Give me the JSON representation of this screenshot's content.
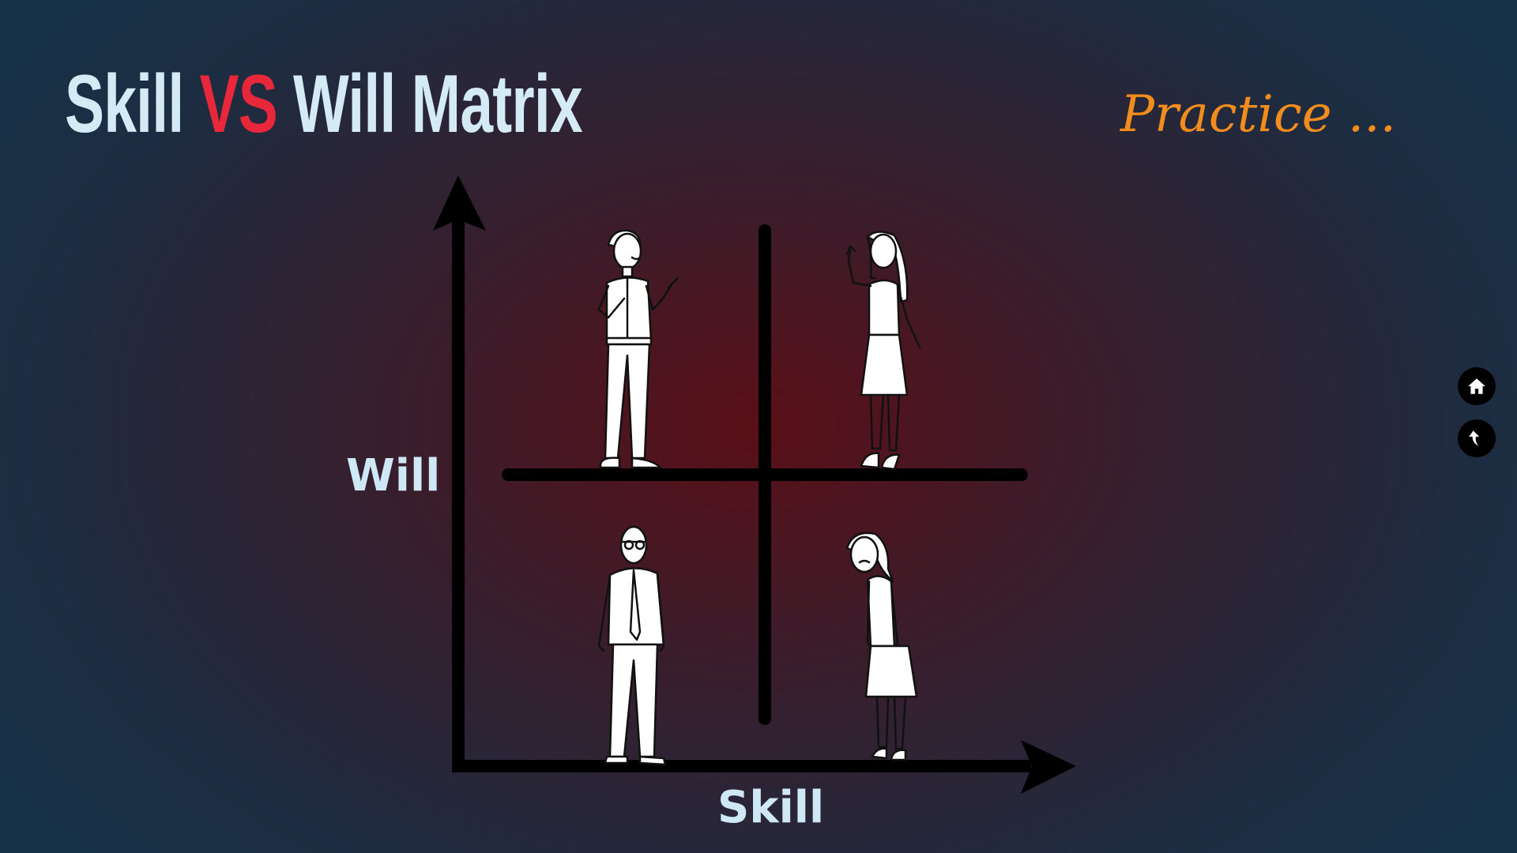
{
  "slide": {
    "title_part1": "Skill",
    "title_vs": "VS",
    "title_part2": "Will Matrix",
    "subtitle": "Practice ...",
    "colors": {
      "title": "#d4ebf6",
      "vs": "#e8283a",
      "subtitle": "#f28c1c",
      "axis_label": "#cfe8f6"
    }
  },
  "matrix": {
    "y_axis_label": "Will",
    "x_axis_label": "Skill",
    "quadrants": [
      {
        "position": "top-left",
        "figure": "enthusiastic-man-figure"
      },
      {
        "position": "top-right",
        "figure": "confident-woman-figure"
      },
      {
        "position": "bottom-left",
        "figure": "stern-older-man-figure"
      },
      {
        "position": "bottom-right",
        "figure": "sad-woman-figure"
      }
    ]
  },
  "navigation": {
    "home_icon": "home-icon",
    "back_icon": "back-arrow-icon"
  }
}
